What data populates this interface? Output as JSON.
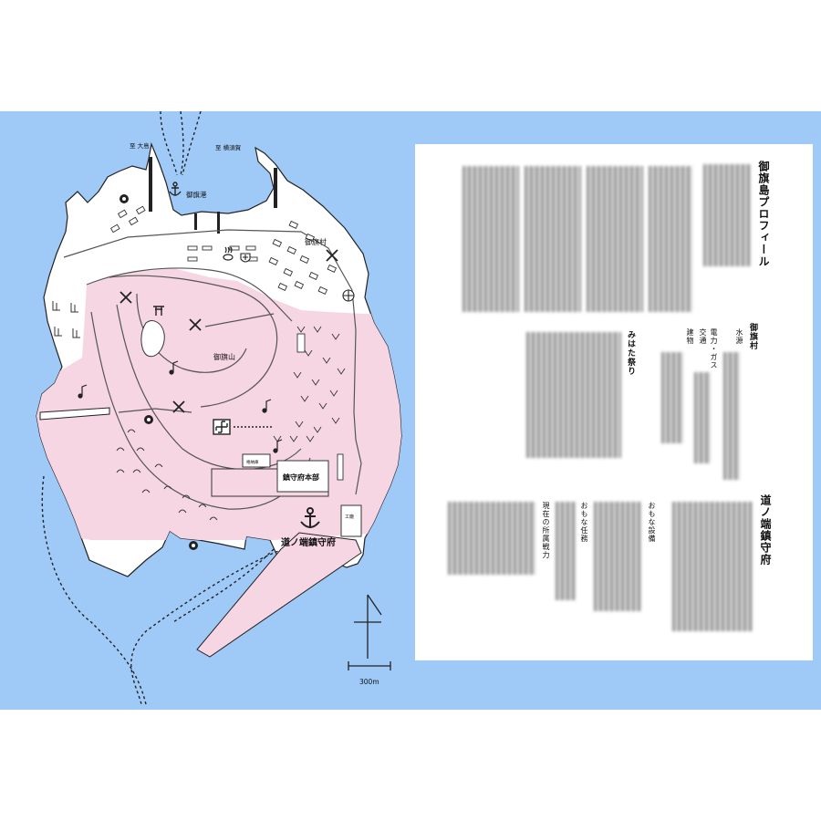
{
  "map": {
    "labels": {
      "to_oshima": "至 大島",
      "to_yokosuka": "至 横須賀",
      "harbor": "御旗港",
      "village": "御旗村",
      "mountain": "御旗山",
      "hq": "鎮守府本部",
      "base": "道ノ端鎮守府",
      "factory": "工廠",
      "small_building": "格納庫",
      "small_building_sub": "",
      "scale": "300m"
    },
    "colors": {
      "sea": "#9fcaf8",
      "land": "#ffffff",
      "zone": "#f7d6e4",
      "ink": "#222222"
    },
    "icons": [
      "anchor-icon",
      "shrine-gate-icon",
      "crossed-swords-icon",
      "music-note-icon",
      "gear-icon",
      "hot-spring-icon",
      "swastika-temple-icon",
      "north-arrow-icon"
    ]
  },
  "profile": {
    "title": "御旗島プロフィール",
    "sections": {
      "village": "御旗村",
      "water": "水源",
      "power": "電力・ガス",
      "transport": "交通",
      "buildings": "建物",
      "festival": "みはた祭り",
      "base": "道ノ端鎮守府",
      "facilities": "おもな設備",
      "duties": "おもな任務",
      "forces": "現在の所属戦力"
    }
  }
}
